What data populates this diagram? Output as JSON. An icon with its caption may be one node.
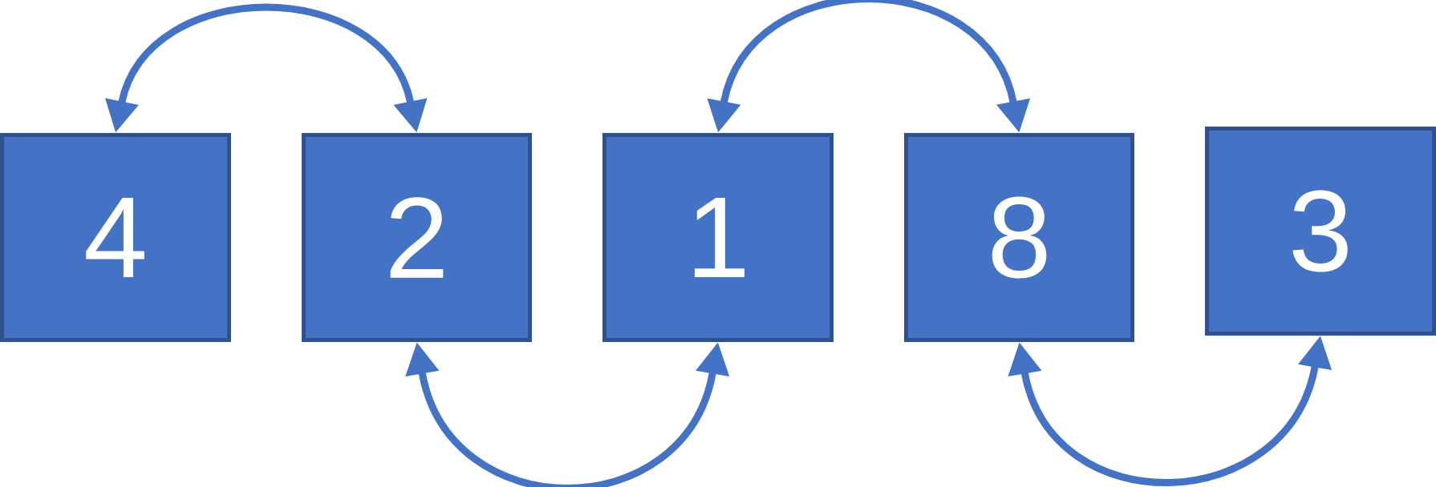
{
  "diagram": {
    "nodes": [
      {
        "text": [
          "4"
        ]
      },
      {
        "text": [
          "2"
        ]
      },
      {
        "text": [
          "1"
        ]
      },
      {
        "text": [
          "8"
        ]
      },
      {
        "text": [
          "3"
        ]
      }
    ],
    "edges": [
      {
        "from": 0,
        "to": 1,
        "arrow": "both"
      },
      {
        "from": 1,
        "to": 2,
        "arrow": "both"
      },
      {
        "from": 2,
        "to": 3,
        "arrow": "both"
      },
      {
        "from": 3,
        "to": 4,
        "arrow": "both"
      }
    ]
  }
}
